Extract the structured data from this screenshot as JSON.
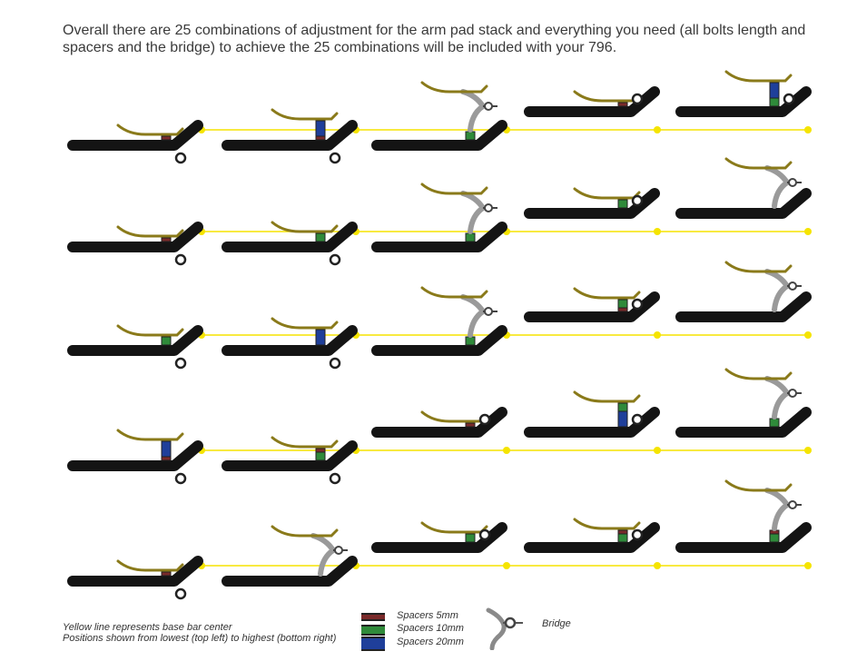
{
  "intro": {
    "line1": "Overall there are 25 combinations of adjustment for the arm pad stack and everything you need (all bolts length and",
    "line2": "spacers and the bridge) to achieve the 25 combinations will be included with your 796."
  },
  "footnote": {
    "line1": "Yellow line represents base bar center",
    "line2": "Positions shown from lowest (top left) to highest (bottom right)"
  },
  "legend": {
    "spacer5": "Spacers 5mm",
    "spacer10": "Spacers 10mm",
    "spacer20": "Spacers 20mm",
    "bridge": "Bridge"
  },
  "colors": {
    "yellow_line": "#f5e400",
    "bar": "#141414",
    "pad": "#8a7a1a",
    "spacer5": "#7a2a2a",
    "spacer10": "#2f8a3a",
    "spacer20": "#1f3f9a",
    "bridge": "#9a9a9a"
  },
  "configurations": [
    {
      "col": 1,
      "row": 1,
      "bridge": false,
      "spacers": [
        "5"
      ]
    },
    {
      "col": 2,
      "row": 1,
      "bridge": false,
      "spacers": [
        "5",
        "20"
      ]
    },
    {
      "col": 3,
      "row": 1,
      "bridge": true,
      "spacers": [
        "10"
      ]
    },
    {
      "col": 4,
      "row": 1,
      "bridge": false,
      "spacers": [
        "5"
      ]
    },
    {
      "col": 5,
      "row": 1,
      "bridge": false,
      "spacers": [
        "10",
        "20"
      ]
    },
    {
      "col": 1,
      "row": 2,
      "bridge": false,
      "spacers": [
        "5"
      ]
    },
    {
      "col": 2,
      "row": 2,
      "bridge": false,
      "spacers": [
        "10"
      ]
    },
    {
      "col": 3,
      "row": 2,
      "bridge": true,
      "spacers": [
        "10"
      ]
    },
    {
      "col": 4,
      "row": 2,
      "bridge": false,
      "spacers": [
        "10"
      ]
    },
    {
      "col": 5,
      "row": 2,
      "bridge": true,
      "spacers": []
    },
    {
      "col": 1,
      "row": 3,
      "bridge": false,
      "spacers": [
        "10"
      ]
    },
    {
      "col": 2,
      "row": 3,
      "bridge": false,
      "spacers": [
        "20"
      ]
    },
    {
      "col": 3,
      "row": 3,
      "bridge": true,
      "spacers": [
        "10"
      ]
    },
    {
      "col": 4,
      "row": 3,
      "bridge": false,
      "spacers": [
        "5",
        "10"
      ]
    },
    {
      "col": 5,
      "row": 3,
      "bridge": true,
      "spacers": []
    },
    {
      "col": 1,
      "row": 4,
      "bridge": false,
      "spacers": [
        "5",
        "20"
      ]
    },
    {
      "col": 2,
      "row": 4,
      "bridge": false,
      "spacers": [
        "10",
        "5"
      ]
    },
    {
      "col": 3,
      "row": 4,
      "bridge": false,
      "spacers": [
        "5"
      ]
    },
    {
      "col": 4,
      "row": 4,
      "bridge": false,
      "spacers": [
        "20",
        "10"
      ]
    },
    {
      "col": 5,
      "row": 4,
      "bridge": true,
      "spacers": [
        "10"
      ]
    },
    {
      "col": 1,
      "row": 5,
      "bridge": false,
      "spacers": [
        "5"
      ]
    },
    {
      "col": 2,
      "row": 5,
      "bridge": true,
      "spacers": []
    },
    {
      "col": 3,
      "row": 5,
      "bridge": false,
      "spacers": [
        "10"
      ]
    },
    {
      "col": 4,
      "row": 5,
      "bridge": false,
      "spacers": [
        "10",
        "5"
      ]
    },
    {
      "col": 5,
      "row": 5,
      "bridge": true,
      "spacers": [
        "10",
        "5"
      ]
    }
  ]
}
